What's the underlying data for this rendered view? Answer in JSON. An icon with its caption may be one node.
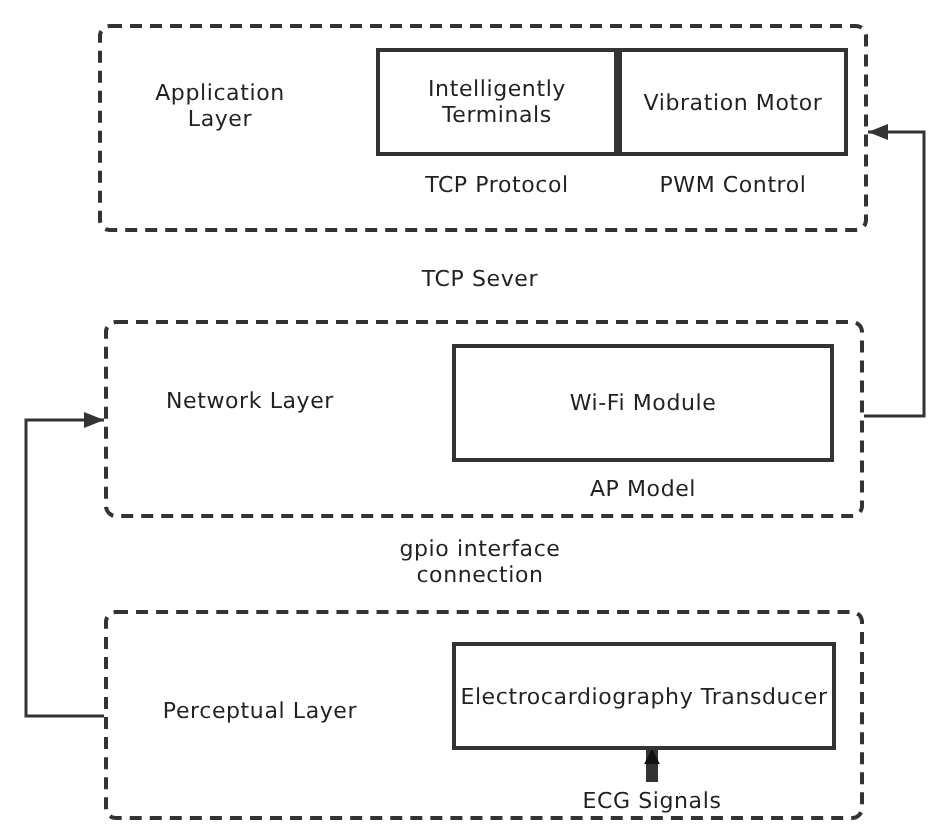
{
  "diagram": {
    "nodes": [
      {
        "text": [
          "Application Layer"
        ]
      },
      {
        "text": [
          "Intelligently Terminals"
        ],
        "in": 0,
        "beside": [
          "TCP Protocol"
        ]
      },
      {
        "text": [
          "Vibration Motor"
        ],
        "in": 0,
        "beside": [
          "PWM Control"
        ]
      },
      {
        "text": [
          "Network Layer"
        ]
      },
      {
        "text": [
          "Wi-Fi Module"
        ],
        "in": 3,
        "beside": [
          "AP Model"
        ]
      },
      {
        "text": [
          "Perceptual Layer"
        ]
      },
      {
        "text": [
          "Electrocardiography Transducer"
        ],
        "in": 5
      },
      {
        "text": [
          "ECG Signals"
        ],
        "in": 5
      }
    ],
    "edges": [
      {
        "from": 5,
        "to": 3,
        "arrow": "to"
      },
      {
        "from": 3,
        "to": 0,
        "arrow": "to"
      },
      {
        "from": 7,
        "to": 6,
        "arrow": "to",
        "style": "thick"
      }
    ],
    "labels": [
      "TCP Sever",
      "gpio interface connection"
    ]
  }
}
